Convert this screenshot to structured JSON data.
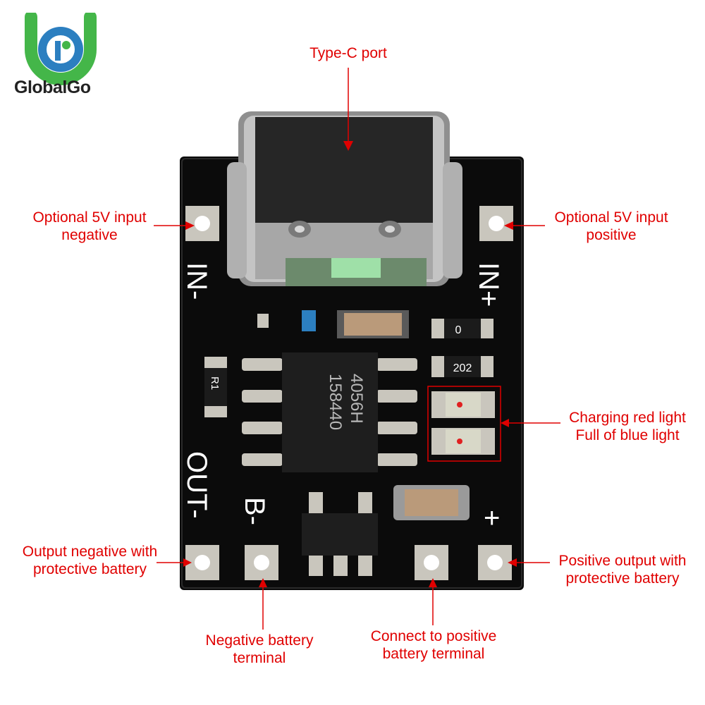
{
  "brand": {
    "logo_text": "GlobalGo"
  },
  "callouts": {
    "type_c": "Type-C port",
    "in_neg_1": "Optional 5V input",
    "in_neg_2": "negative",
    "in_pos_1": "Optional 5V input",
    "in_pos_2": "positive",
    "led_1": "Charging red light",
    "led_2": "Full of blue light",
    "out_neg_1": "Output negative with",
    "out_neg_2": "protective battery",
    "out_pos_1": "Positive output with",
    "out_pos_2": "protective battery",
    "b_neg_1": "Negative battery",
    "b_neg_2": "terminal",
    "b_pos_1": "Connect to positive",
    "b_pos_2": "battery terminal"
  },
  "silkscreen": {
    "in_neg": "IN-",
    "in_pos": "IN+",
    "out_neg": "OUT-",
    "b_neg": "B-",
    "plus": "+",
    "res_0": "0",
    "res_202": "202",
    "res_r1": "R1",
    "chip_1": "4056H",
    "chip_2": "158440"
  },
  "colors": {
    "callout": "#e00000",
    "pcb": "#0b0b0b",
    "pad": "#c9c6bd"
  }
}
